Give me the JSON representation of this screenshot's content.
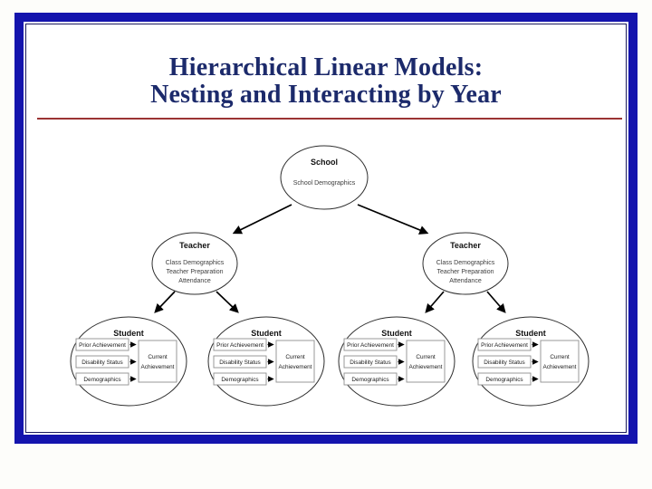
{
  "slide": {
    "title_line1": "Hierarchical Linear Models:",
    "title_line2": "Nesting and Interacting by Year"
  },
  "colors": {
    "slide_border_outer": "#1414ad",
    "slide_border_inner": "#1a1a5e",
    "title_text": "#1c2a6b",
    "divider_red": "#9b3333",
    "node_outline": "#2e2e2e",
    "arrow": "#000000"
  },
  "diagram": {
    "school": {
      "label": "School",
      "attribute": "School Demographics"
    },
    "teacher_left": {
      "label": "Teacher",
      "attr1": "Class Demographics",
      "attr2": "Teacher Preparation",
      "attr3": "Attendance"
    },
    "teacher_right": {
      "label": "Teacher",
      "attr1": "Class Demographics",
      "attr2": "Teacher Preparation",
      "attr3": "Attendance"
    },
    "students": [
      {
        "label": "Student",
        "predictor1": "Prior Achievement",
        "predictor2": "Disability Status",
        "predictor3": "Demographics",
        "outcome_line1": "Current",
        "outcome_line2": "Achievement"
      },
      {
        "label": "Student",
        "predictor1": "Prior Achievement",
        "predictor2": "Disability Status",
        "predictor3": "Demographics",
        "outcome_line1": "Current",
        "outcome_line2": "Achievement"
      },
      {
        "label": "Student",
        "predictor1": "Prior Achievement",
        "predictor2": "Disability Status",
        "predictor3": "Demographics",
        "outcome_line1": "Current",
        "outcome_line2": "Achievement"
      },
      {
        "label": "Student",
        "predictor1": "Prior Achievement",
        "predictor2": "Disability Status",
        "predictor3": "Demographics",
        "outcome_line1": "Current",
        "outcome_line2": "Achievement"
      }
    ]
  }
}
